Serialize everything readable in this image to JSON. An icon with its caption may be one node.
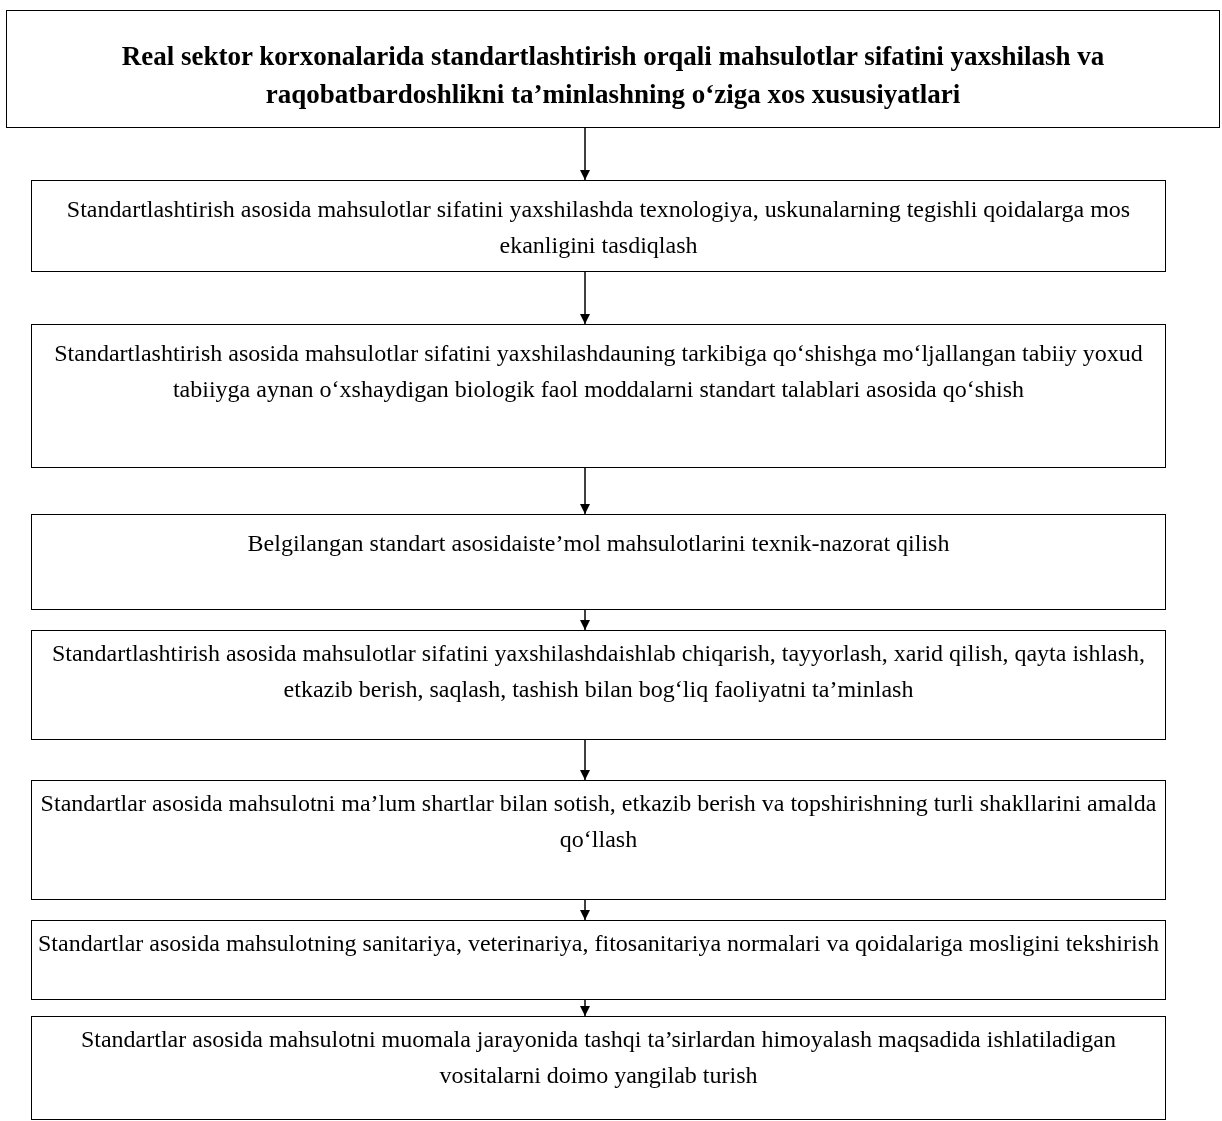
{
  "diagram": {
    "nodes": [
      {
        "text": [
          "Real sektor korxonalarida standartlashtirish orqali mahsulotlar sifatini yaxshilash va raqobatbardoshlikni ta’minlashning o‘ziga xos xususiyatlari"
        ]
      },
      {
        "text": [
          "Standartlashtirish asosida mahsulotlar sifatini yaxshilashda texnologiya, uskunalarning tegishli qoidalarga mos ekanligini tasdiqlash"
        ]
      },
      {
        "text": [
          "Standartlashtirish asosida mahsulotlar sifatini yaxshilashdauning tarkibiga qo‘shishga mo‘ljallangan tabiiy yoxud tabiiyga aynan o‘xshaydigan biologik faol moddalarni standart talablari asosida qo‘shish"
        ]
      },
      {
        "text": [
          "Belgilangan standart asosidaiste’mol mahsulotlarini texnik-nazorat qilish"
        ]
      },
      {
        "text": [
          "Standartlashtirish asosida mahsulotlar sifatini yaxshilashdaishlab chiqarish, tayyorlash, xarid qilish, qayta ishlash, etkazib berish, saqlash, tashish bilan bog‘liq faoliyatni ta’minlash"
        ]
      },
      {
        "text": [
          "Standartlar asosida mahsulotni ma’lum shartlar bilan sotish, etkazib berish va topshirishning turli shakllarini amalda qo‘llash"
        ]
      },
      {
        "text": [
          "Standartlar asosida mahsulotning sanitariya, veterinariya, fitosanitariya normalari va qoidalariga mosligini tekshirish"
        ]
      },
      {
        "text": [
          "Standartlar asosida mahsulotni muomala jarayonida tashqi ta’sirlardan himoyalash maqsadida ishlatiladigan vositalarni doimo yangilab turish"
        ]
      }
    ],
    "edges": [
      {
        "from": 0,
        "to": 1,
        "arrow": "to"
      },
      {
        "from": 1,
        "to": 2,
        "arrow": "to"
      },
      {
        "from": 2,
        "to": 3,
        "arrow": "to"
      },
      {
        "from": 3,
        "to": 4,
        "arrow": "to"
      },
      {
        "from": 4,
        "to": 5,
        "arrow": "to"
      },
      {
        "from": 5,
        "to": 6,
        "arrow": "to"
      },
      {
        "from": 6,
        "to": 7,
        "arrow": "to"
      }
    ]
  }
}
